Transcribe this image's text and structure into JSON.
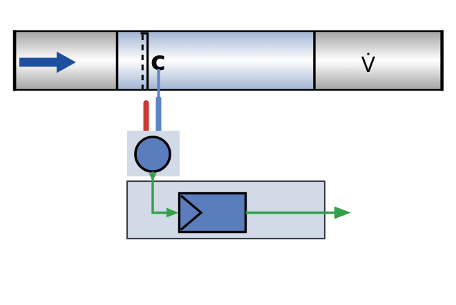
{
  "labels": {
    "temperature_sensor": "c",
    "volume_flow": "V̇"
  },
  "colors": {
    "background": "#ffffff",
    "outline": "#000000",
    "flow_arrow_blue": "#1d4f9e",
    "component_blue": "#5b7dbe",
    "signal_green": "#35a04a",
    "heater_red": "#cb3a31",
    "sensor_wire_blue": "#5f83c4",
    "electronics_panel": "#d2dae8",
    "electronics_panel_border": "#383d47",
    "pipe_gray": "#a2a2a2",
    "pipe_highlight": "#ffffff",
    "heated_section_blue": "#a0b3d2"
  },
  "diagram": {
    "type": "schematic",
    "elements": [
      "pipe-body",
      "heated-pipe-section",
      "flow-direction-arrow",
      "heater-element",
      "temperature-sensor",
      "heater-lead-wire",
      "sensor-lead-wire",
      "transducer-box",
      "transducer-circle",
      "electronics-box",
      "amplifier-block",
      "signal-flow-arrows",
      "volume-flow-label"
    ]
  }
}
